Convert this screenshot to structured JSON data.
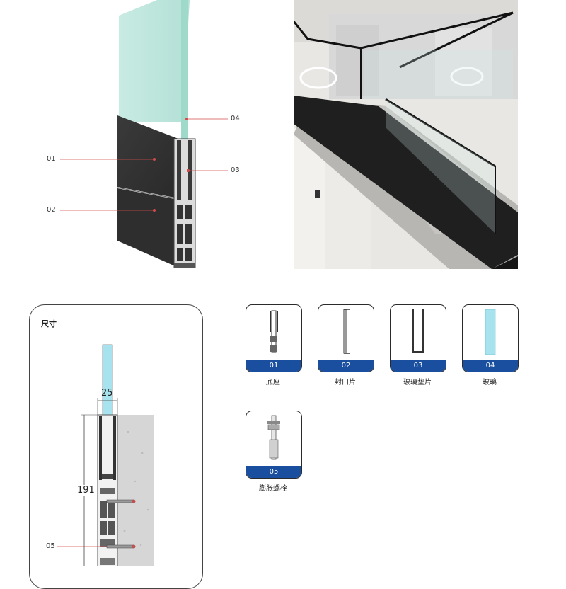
{
  "product_view": {
    "callouts": [
      {
        "id": "01"
      },
      {
        "id": "02"
      },
      {
        "id": "03"
      },
      {
        "id": "04"
      }
    ]
  },
  "photo": {},
  "dimensions": {
    "title": "尺寸",
    "width_label": "25",
    "height_label": "191",
    "bolt_callout": "05"
  },
  "parts": [
    {
      "num": "01",
      "name": "底座",
      "icon": "base-profile-icon"
    },
    {
      "num": "02",
      "name": "封口片",
      "icon": "cover-strip-icon"
    },
    {
      "num": "03",
      "name": "玻璃垫片",
      "icon": "glass-gasket-icon"
    },
    {
      "num": "04",
      "name": "玻璃",
      "icon": "glass-panel-icon"
    },
    {
      "num": "05",
      "name": "膨胀螺栓",
      "icon": "expansion-bolt-icon"
    }
  ],
  "colors": {
    "accent_band": "#1a4fa0",
    "glass": "#a6e3ee",
    "callout_line": "#d44a4a",
    "profile_dark": "#2c2c2c"
  }
}
